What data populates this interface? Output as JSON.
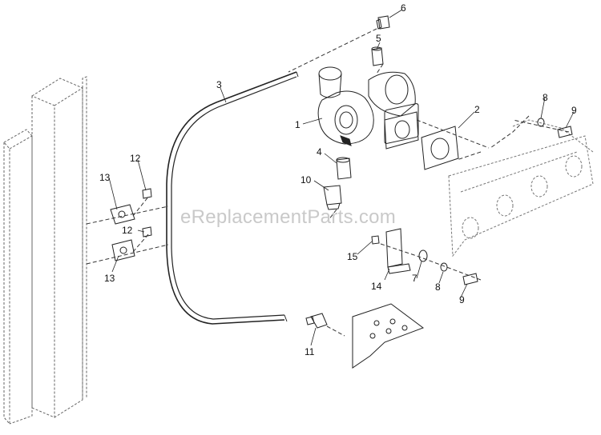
{
  "watermark": "eReplacementParts.com",
  "callouts": {
    "c1": "1",
    "c2": "2",
    "c3": "3",
    "c4": "4",
    "c5": "5",
    "c6": "6",
    "c7": "7",
    "c8a": "8",
    "c8b": "8",
    "c9a": "9",
    "c9b": "9",
    "c10": "10",
    "c11": "11",
    "c12a": "12",
    "c12b": "12",
    "c13a": "13",
    "c13b": "13",
    "c14": "14",
    "c15": "15"
  }
}
